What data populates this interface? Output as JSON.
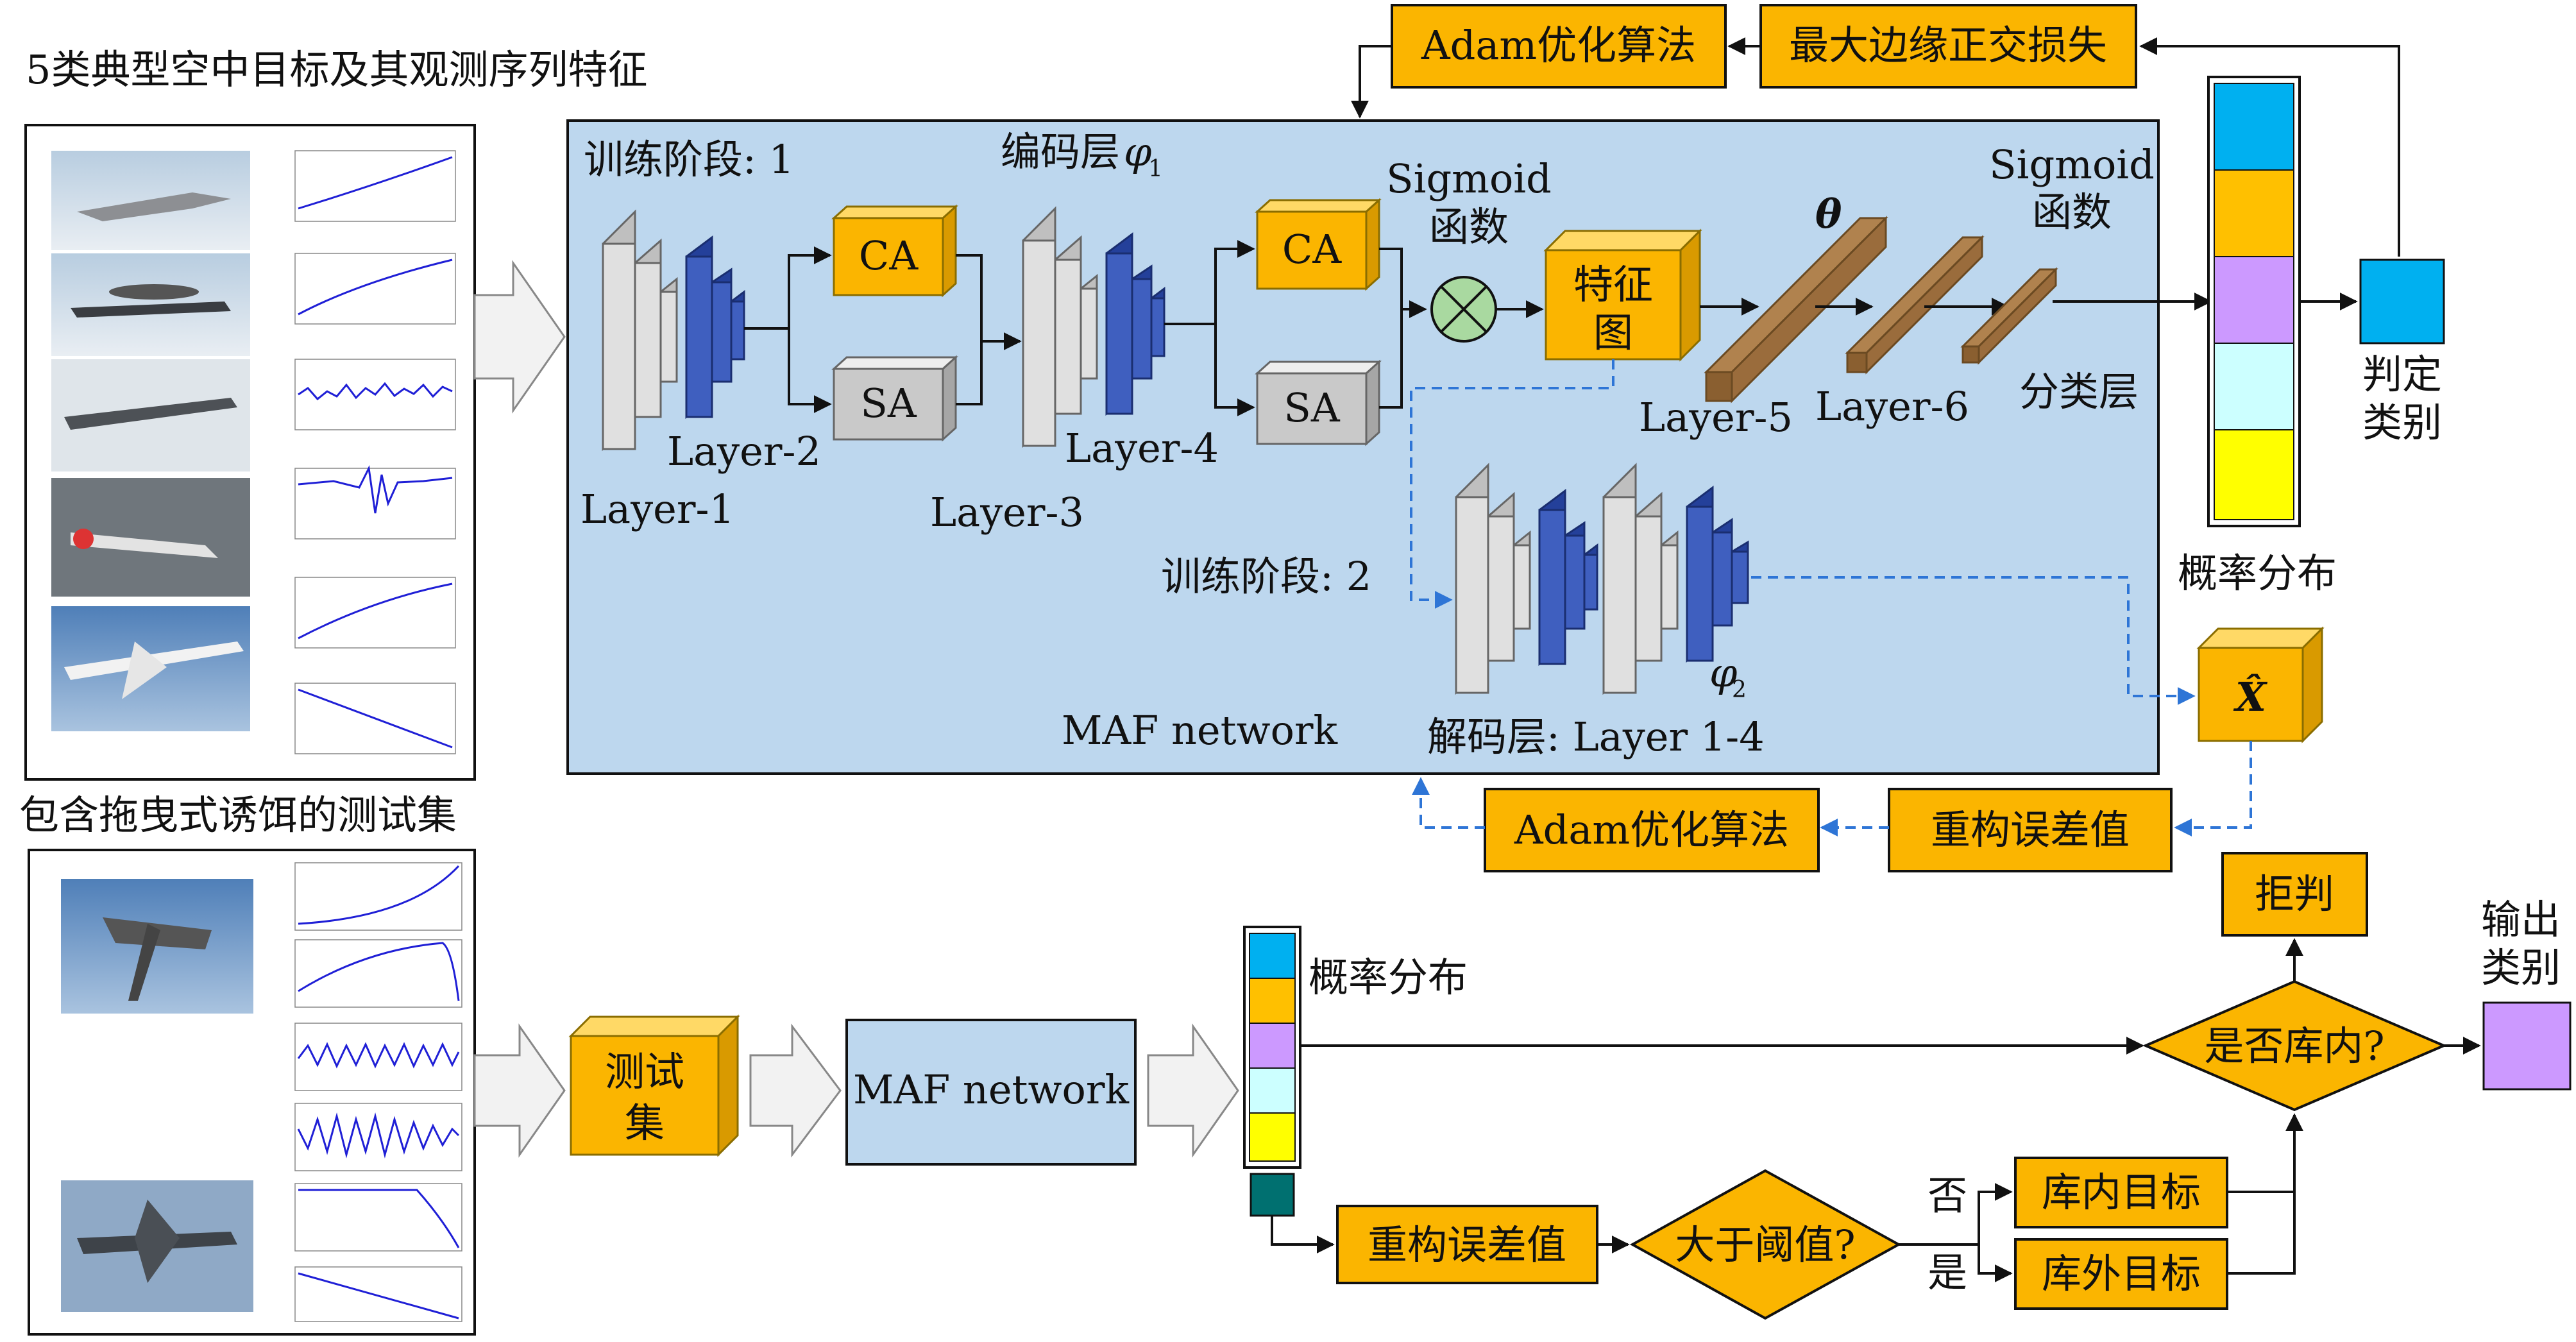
{
  "colors": {
    "accent_orange": "#FBB500",
    "network_blue": "#BDD7EE",
    "layer_gray": "#D9D9D9",
    "layer_blue": "#3F5FBF",
    "prob_cyan": "#00B0F0",
    "prob_orange": "#FFC000",
    "prob_purple": "#CC99FF",
    "prob_light": "#CCFFFF",
    "prob_yellow": "#FFFF00",
    "dashed_blue": "#2E75D6",
    "fc_brown": "#B0824E",
    "teal": "#007070",
    "sum_green": "#A9D9A0"
  },
  "top_panel": {
    "dataset_title": "5类典型空中目标及其观测序列特征",
    "optimizer_top": "Adam优化算法",
    "loss_top": "最大边缘正交损失",
    "network": {
      "stage1": "训练阶段: 1",
      "encoder": "编码层",
      "phi1": "φ",
      "phi1_sub": "1",
      "sigmoid1_line1": "Sigmoid",
      "sigmoid1_line2": "函数",
      "sigmoid2_line1": "Sigmoid",
      "sigmoid2_line2": "函数",
      "theta": "θ",
      "ca": "CA",
      "sa": "SA",
      "feature_line1": "特征",
      "feature_line2": "图",
      "layer1": "Layer-1",
      "layer2": "Layer-2",
      "layer3": "Layer-3",
      "layer4": "Layer-4",
      "layer5": "Layer-5",
      "layer6": "Layer-6",
      "classifier": "分类层",
      "stage2": "训练阶段: 2",
      "phi2": "φ",
      "phi2_sub": "2",
      "decoder": "解码层: Layer 1-4",
      "name": "MAF network"
    },
    "prob_label": "概率分布",
    "decide_line1": "判定",
    "decide_line2": "类别",
    "xhat": "X̂",
    "recon_error": "重构误差值",
    "optimizer_bottom": "Adam优化算法"
  },
  "bottom_panel": {
    "testset_title": "包含拖曳式诱饵的测试集",
    "testset_line1": "测试",
    "testset_line2": "集",
    "network_name": "MAF network",
    "prob_label": "概率分布",
    "reject": "拒判",
    "in_library_q": "是否库内?",
    "output_line1": "输出",
    "output_line2": "类别",
    "recon_error": "重构误差值",
    "threshold_q": "大于阈值?",
    "no": "否",
    "yes": "是",
    "in_target": "库内目标",
    "out_target": "库外目标"
  }
}
